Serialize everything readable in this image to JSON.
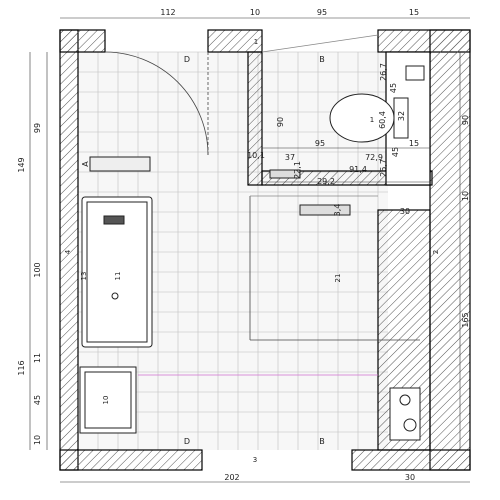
{
  "dimensions": {
    "top": [
      "112",
      "10",
      "95",
      "15"
    ],
    "bottom": [
      "202",
      "30"
    ],
    "left_outer": [
      "149",
      "100",
      "116",
      "45",
      "10"
    ],
    "left_inner": [
      "99",
      "11",
      "45",
      "10"
    ],
    "right_outer": [
      "165"
    ],
    "right_inner": [
      "90",
      "10"
    ],
    "wc": [
      "26,7",
      "45",
      "32",
      "26,7",
      "95",
      "72,9",
      "45",
      "15",
      "90",
      "37",
      "91,4",
      "10,1",
      "29,2",
      "3,4",
      "30",
      "60,4",
      "22,1"
    ]
  },
  "section_markers": [
    "D",
    "B",
    "D",
    "B",
    "A",
    "D",
    "B"
  ],
  "element_ids": [
    "1",
    "2",
    "3",
    "4",
    "10",
    "11",
    "13",
    "21",
    "1"
  ],
  "colors": {
    "wall_line": "#000000",
    "hatch": "#555555",
    "grid": "#bdbdbd",
    "dim": "#333333",
    "pink_line": "#d070d0"
  }
}
